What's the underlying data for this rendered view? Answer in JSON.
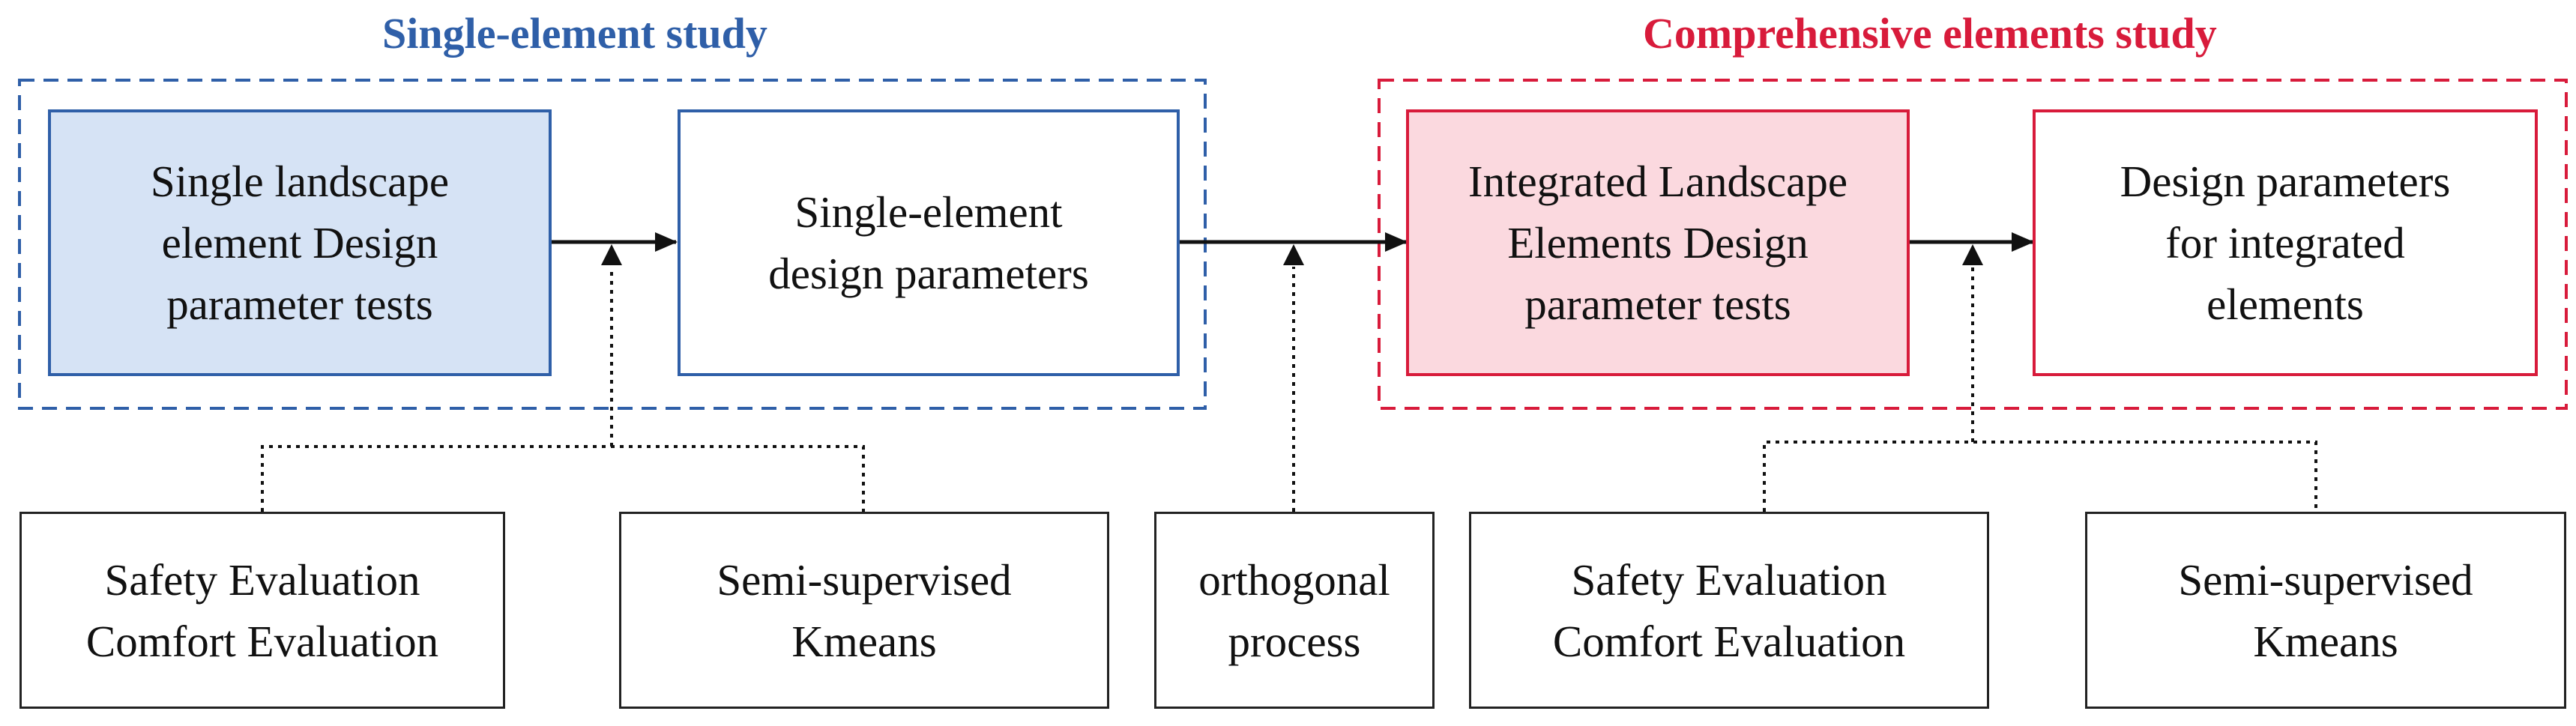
{
  "colors": {
    "blue_accent": "#2f5fa8",
    "blue_fill": "#d6e3f5",
    "red_accent": "#d81b3b",
    "pink_fill": "#fbd9df",
    "line": "#111111"
  },
  "groups": {
    "single": {
      "title": "Single-element study"
    },
    "comprehensive": {
      "title": "Comprehensive elements study"
    }
  },
  "process": {
    "single_tests": "Single landscape\nelement Design\nparameter tests",
    "single_params": "Single-element\ndesign parameters",
    "integrated_tests": "Integrated Landscape\nElements Design\nparameter tests",
    "integrated_params": "Design parameters\nfor integrated\nelements"
  },
  "methods": {
    "safety_comfort_1": "Safety Evaluation\nComfort Evaluation",
    "kmeans_1": "Semi-supervised\nKmeans",
    "orthogonal": "orthogonal\nprocess",
    "safety_comfort_2": "Safety Evaluation\nComfort Evaluation",
    "kmeans_2": "Semi-supervised\nKmeans"
  }
}
